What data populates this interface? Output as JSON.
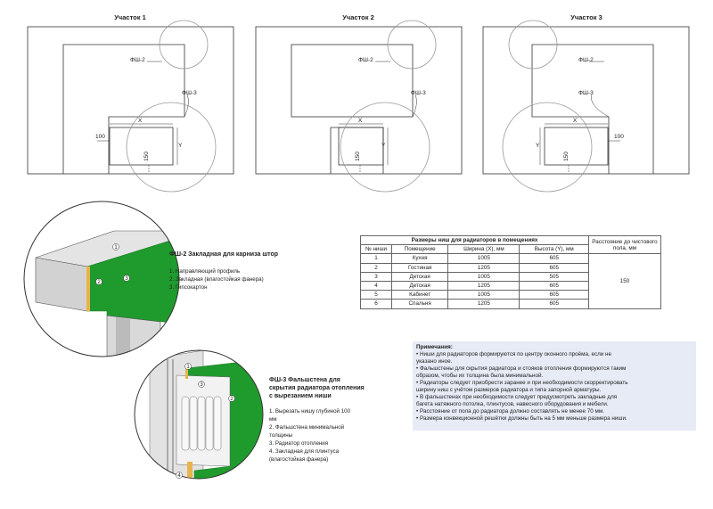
{
  "plans": [
    {
      "title": "Участок 1",
      "fsh2": "ФШ-2",
      "fsh3": "ФШ-3",
      "x": "X",
      "y": "Y",
      "d150": "150",
      "d100": "100"
    },
    {
      "title": "Участок 2",
      "fsh2": "ФШ-2",
      "fsh3": "ФШ-3",
      "x": "X",
      "y": "Y",
      "d150": "150"
    },
    {
      "title": "Участок 3",
      "fsh2": "ФШ-2",
      "fsh3": "ФШ-3",
      "x": "X",
      "y": "Y",
      "d150": "150",
      "d100": "100"
    }
  ],
  "detail_fsh2": {
    "title": "ФШ-2 Закладная для карниза штор",
    "items": [
      "1. Направляющий профиль",
      "2. Закладная (влагостойкая фанера)",
      "3. Гипсокартон"
    ],
    "markers": [
      "1",
      "2",
      "3"
    ]
  },
  "detail_fsh3": {
    "title_lines": [
      "ФШ-3 Фальшстена для",
      "скрытия радиатора отопления",
      "с вырезанием ниши"
    ],
    "items": [
      "1. Вырезать нишу глубиной 100",
      "мм",
      "2. Фальшстена минимальной",
      "толщины",
      "3. Радиатор отопления",
      "4. Закладная для плинтуса",
      "(влагостойкая фанера)"
    ],
    "markers": [
      "1",
      "2",
      "3",
      "4"
    ]
  },
  "table": {
    "caption": "Размеры ниш для радиаторов в помещениях",
    "headers": [
      "№ ниши",
      "Помещение",
      "Ширина (X), мм",
      "Высота (Y), мм",
      "Расстояние до чистового пола, мм"
    ],
    "rows": [
      [
        "1",
        "Кухня",
        "1005",
        "605"
      ],
      [
        "2",
        "Гостиная",
        "1205",
        "605"
      ],
      [
        "3",
        "Детская",
        "1005",
        "505"
      ],
      [
        "4",
        "Детская",
        "1205",
        "605"
      ],
      [
        "5",
        "Кабинет",
        "1005",
        "605"
      ],
      [
        "6",
        "Спальня",
        "1205",
        "605"
      ]
    ],
    "floor_distance": "150"
  },
  "notes": {
    "title": "Примечания:",
    "lines": [
      "• Ниши для радиаторов формируются по центру оконного проёма, если не",
      "указано иное.",
      "• Фальшстены для скрытия радиатора и стояков отопления формируются таким",
      "образом, чтобы их толщина была минимальной.",
      "• Радиаторы следует приобрести заранее и при необходимости скорректировать",
      "ширину ниш с учётом размеров радиатора и типа запорной арматуры.",
      "• В фальшстенах при необходимости следует предусмотреть закладные для",
      "багета натяжного потолка, плинтусов, навесного оборудования и мебели.",
      "• Расстояние от пола до радиатора должно составлять не менее 70 мм.",
      "• Размера конвекционной решётки должны быть на 5 мм меньше размера ниши."
    ]
  },
  "colors": {
    "green": "#1f9a2d",
    "line": "#333333",
    "circle": "#9a9a9a",
    "plywood": "#e8b34a",
    "notes_bg": "#e7ebf6"
  }
}
